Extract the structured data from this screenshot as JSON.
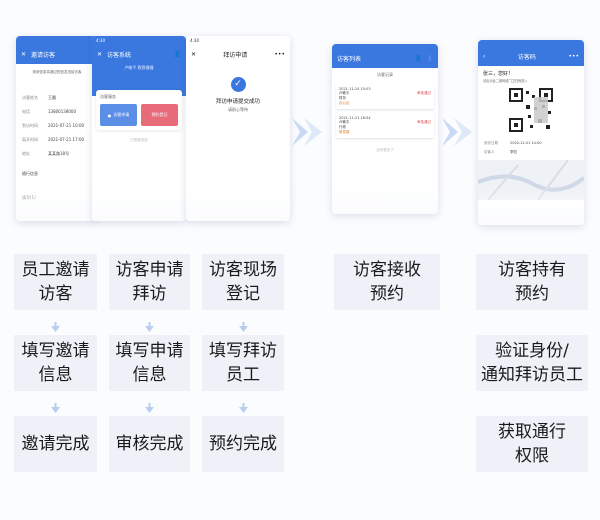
{
  "phones": {
    "p1": {
      "title": "邀请访客",
      "hint": "邀请信息将通过短信发送给访客",
      "rows": [
        {
          "k": "访客姓名",
          "v": "王晨"
        },
        {
          "k": "电话",
          "v": "13800138000"
        },
        {
          "k": "到访时间",
          "v": "2021-07-21 10:00"
        },
        {
          "k": "离开时间",
          "v": "2021-07-21 17:00"
        },
        {
          "k": "地址",
          "v": "某某路18号"
        }
      ],
      "extra": "随行信息",
      "count": "填写(1)"
    },
    "p2": {
      "time": "4:30",
      "title": "访客系统",
      "sub": "卢敏平 跌跌撞撞",
      "label": "访客服务",
      "b1": "访客申请",
      "b2": "预约登记",
      "note": "已是最底部"
    },
    "p3": {
      "time": "4:30",
      "title": "拜访申请",
      "msg": "拜访申请提交成功",
      "sub": "请耐心等待"
    },
    "p4": {
      "title": "访客列表",
      "tab": "访客记录",
      "items": [
        {
          "time": "2021-11-24 15:03",
          "who": "卢敏平",
          "tag": "审批通过",
          "dept": "财务",
          "place": "办公区"
        },
        {
          "time": "2021-11-21 18:54",
          "who": "卢敏平",
          "tag": "审批通过",
          "dept": "行政",
          "place": "研发楼"
        }
      ],
      "end": "没有更多了"
    },
    "p5": {
      "title": "访客码",
      "greet": "张三，您好！",
      "note": "请出示此二维码给门卫扫码进入",
      "date_k": "到访日期",
      "date_v": "2020-12-01 14:00",
      "host_k": "访客人",
      "host_v": "李四"
    }
  },
  "columns": [
    {
      "steps": [
        "员工邀请\n访客",
        "填写邀请\n信息",
        "邀请完成"
      ]
    },
    {
      "steps": [
        "访客申请\n拜访",
        "填写申请\n信息",
        "审核完成"
      ]
    },
    {
      "steps": [
        "访客现场\n登记",
        "填写拜访\n员工",
        "预约完成"
      ]
    },
    {
      "steps": [
        "访客接收\n预约"
      ]
    },
    {
      "steps": [
        "访客持有\n预约",
        "验证身份/\n通知拜访员工",
        "获取通行\n权限"
      ]
    }
  ],
  "colors": {
    "accent": "#3a78e0",
    "tile": "#eef2f8",
    "arrow": "#b9cdef"
  }
}
